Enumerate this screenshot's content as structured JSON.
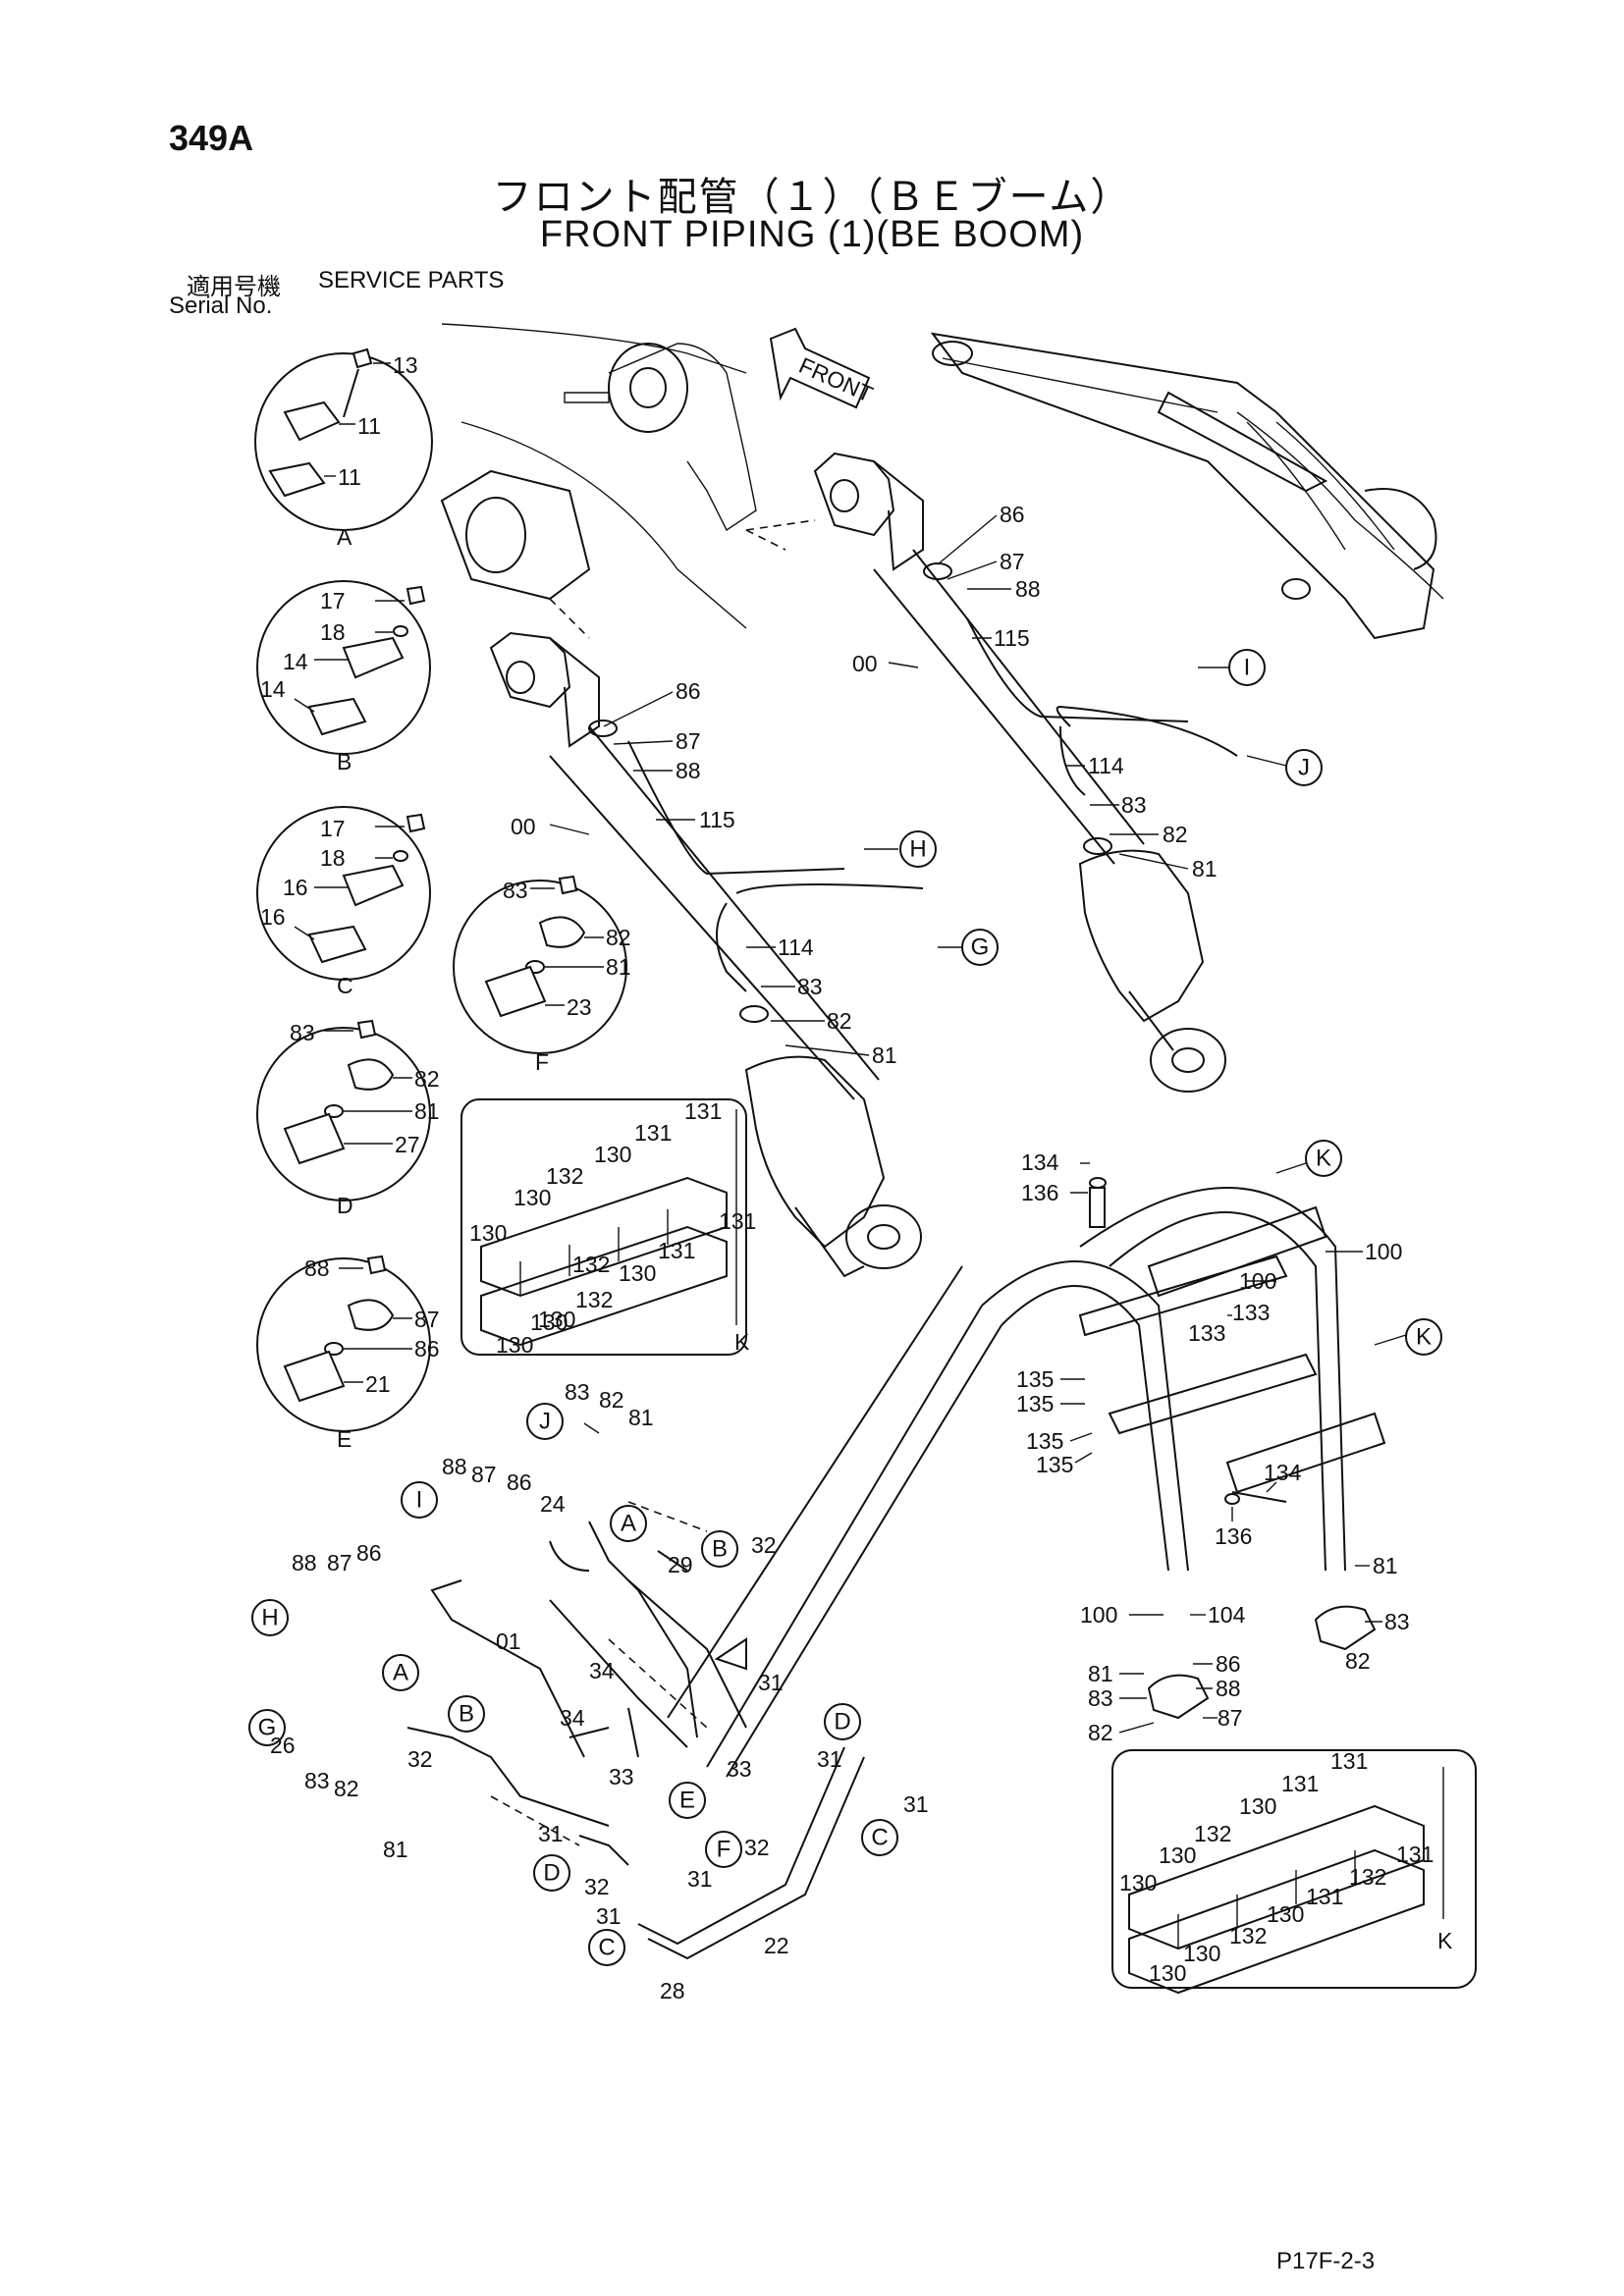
{
  "header": {
    "page_number": "349A",
    "title_jp": "フロント配管（１）（ＢＥブーム）",
    "title_en": "FRONT PIPING (1)(BE BOOM)",
    "serial_label_jp": "適用号機",
    "service_parts": "SERVICE PARTS",
    "serial_label_en": "Serial No."
  },
  "arrow_label": "FRONT",
  "detail_views": {
    "A": {
      "letter": "A",
      "parts": [
        "13",
        "11",
        "11"
      ]
    },
    "B": {
      "letter": "B",
      "parts": [
        "17",
        "18",
        "14",
        "14"
      ]
    },
    "C": {
      "letter": "C",
      "parts": [
        "17",
        "18",
        "16",
        "16"
      ]
    },
    "D": {
      "letter": "D",
      "parts": [
        "83",
        "82",
        "81",
        "27"
      ]
    },
    "E": {
      "letter": "E",
      "parts": [
        "88",
        "87",
        "86",
        "21"
      ]
    },
    "F": {
      "letter": "F",
      "parts": [
        "83",
        "82",
        "81",
        "23"
      ]
    }
  },
  "clamp_box_1": {
    "letter": "K",
    "parts": [
      "131",
      "131",
      "130",
      "132",
      "130",
      "131",
      "130",
      "132",
      "131",
      "130",
      "130",
      "132",
      "130",
      "130"
    ]
  },
  "clamp_box_2": {
    "letter": "K",
    "parts": [
      "131",
      "131",
      "130",
      "132",
      "130",
      "131",
      "130",
      "132",
      "131",
      "130",
      "132",
      "130",
      "130"
    ]
  },
  "cylinder_left": {
    "parts": [
      "86",
      "87",
      "88",
      "00",
      "115",
      "114",
      "83",
      "82",
      "81"
    ],
    "callouts": [
      "H",
      "G"
    ]
  },
  "cylinder_right": {
    "parts": [
      "86",
      "87",
      "88",
      "00",
      "115",
      "114",
      "83",
      "82",
      "81"
    ],
    "callouts": [
      "I",
      "J"
    ]
  },
  "hose_assembly": {
    "parts": [
      "134",
      "136",
      "100",
      "100",
      "133",
      "133",
      "135",
      "135",
      "135",
      "135",
      "134",
      "136",
      "81",
      "83",
      "82",
      "100",
      "104",
      "86",
      "88",
      "81",
      "83",
      "87",
      "82"
    ],
    "callouts": [
      "K",
      "K"
    ]
  },
  "piping_lower": {
    "parts": [
      "83",
      "82",
      "81",
      "88",
      "87",
      "86",
      "24",
      "29",
      "32",
      "88",
      "87",
      "86",
      "01",
      "34",
      "34",
      "31",
      "33",
      "33",
      "31",
      "31",
      "31",
      "32",
      "26",
      "83",
      "82",
      "81",
      "32",
      "31",
      "22",
      "28",
      "32",
      "31"
    ],
    "callouts": [
      "J",
      "I",
      "A",
      "B",
      "H",
      "A",
      "G",
      "B",
      "D",
      "E",
      "F",
      "C",
      "D",
      "C"
    ]
  },
  "footer": {
    "page_code": "P17F-2-3"
  }
}
